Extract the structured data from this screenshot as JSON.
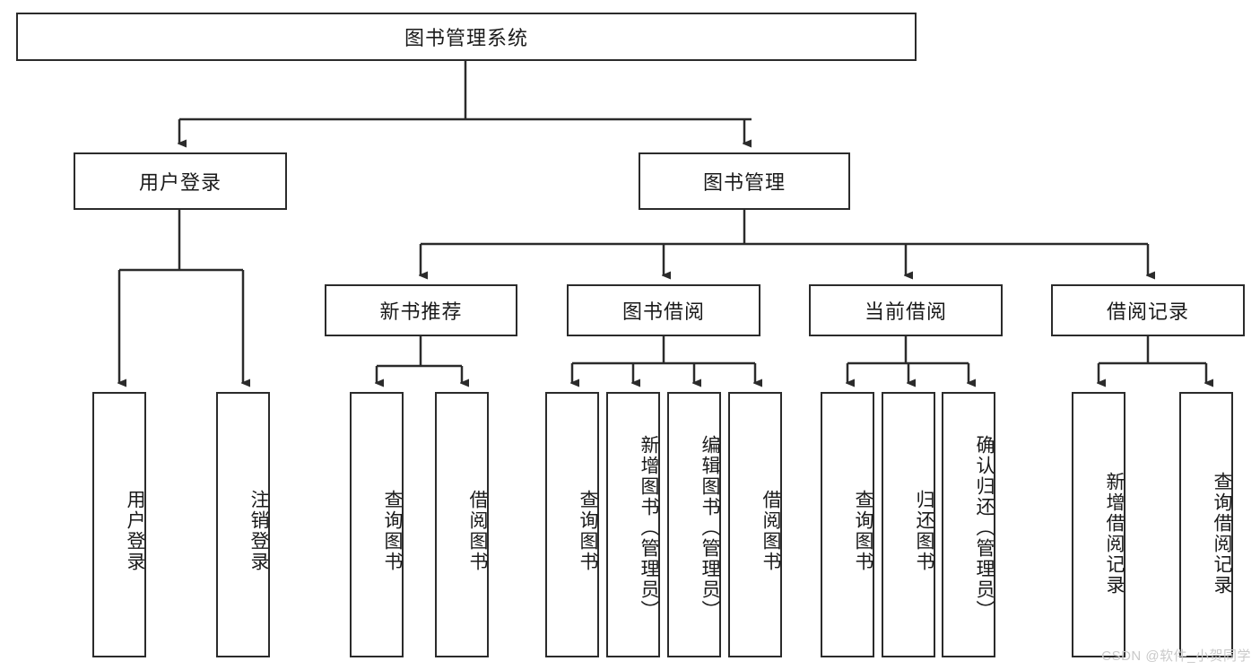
{
  "diagram": {
    "type": "tree",
    "title": "图书管理系统",
    "orientation": "top-down",
    "root": {
      "id": "root",
      "label": "图书管理系统"
    },
    "level2": [
      {
        "id": "user-login",
        "label": "用户登录"
      },
      {
        "id": "book-manage",
        "label": "图书管理"
      }
    ],
    "level3": [
      {
        "id": "new-book-recommend",
        "label": "新书推荐",
        "parent": "book-manage"
      },
      {
        "id": "book-borrow",
        "label": "图书借阅",
        "parent": "book-manage"
      },
      {
        "id": "current-borrow",
        "label": "当前借阅",
        "parent": "book-manage"
      },
      {
        "id": "borrow-record",
        "label": "借阅记录",
        "parent": "book-manage"
      }
    ],
    "leaves": [
      {
        "id": "leaf-user-login",
        "label": "用户登录",
        "parent": "user-login"
      },
      {
        "id": "leaf-user-logout",
        "label": "注销登录",
        "parent": "user-login"
      },
      {
        "id": "leaf-query-book-1",
        "label": "查询图书",
        "parent": "new-book-recommend"
      },
      {
        "id": "leaf-borrow-book-1",
        "label": "借阅图书",
        "parent": "new-book-recommend"
      },
      {
        "id": "leaf-query-book-2",
        "label": "查询图书",
        "parent": "book-borrow"
      },
      {
        "id": "leaf-add-book",
        "label": "新增图书（管理员）",
        "parent": "book-borrow"
      },
      {
        "id": "leaf-edit-book",
        "label": "编辑图书（管理员）",
        "parent": "book-borrow"
      },
      {
        "id": "leaf-borrow-book-2",
        "label": "借阅图书",
        "parent": "book-borrow"
      },
      {
        "id": "leaf-query-book-3",
        "label": "查询图书",
        "parent": "current-borrow"
      },
      {
        "id": "leaf-return-book",
        "label": "归还图书",
        "parent": "current-borrow"
      },
      {
        "id": "leaf-confirm-return",
        "label": "确认归还（管理员）",
        "parent": "current-borrow"
      },
      {
        "id": "leaf-add-record",
        "label": "新增借阅记录",
        "parent": "borrow-record"
      },
      {
        "id": "leaf-query-record",
        "label": "查询借阅记录",
        "parent": "borrow-record"
      }
    ]
  },
  "watermark": {
    "text": "CSDN @软件_小贺同学"
  },
  "colors": {
    "stroke": "#2b2b2b",
    "text": "#1a1a1a",
    "background": "#ffffff",
    "watermark": "#c9c9c9"
  }
}
